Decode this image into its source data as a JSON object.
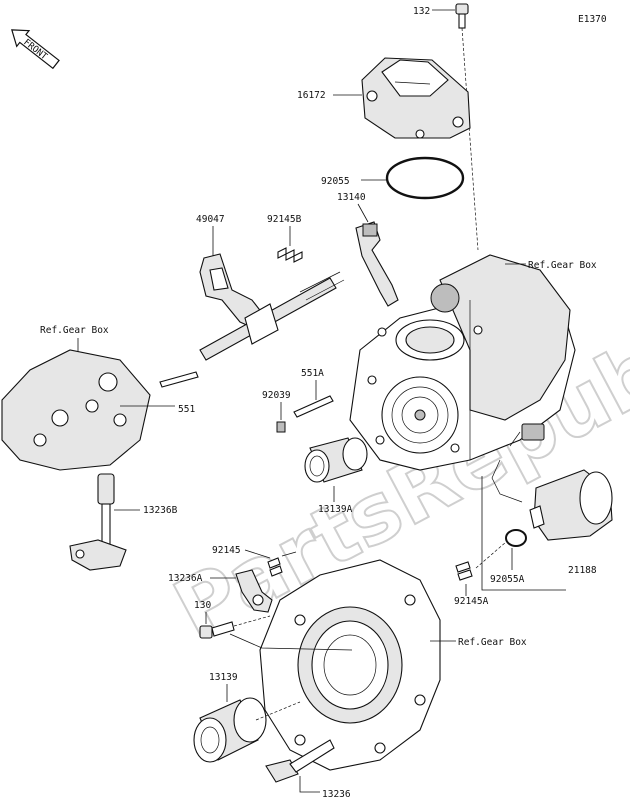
{
  "diagram": {
    "ref_code": "E1370",
    "front_label": "FRONT",
    "watermark": "PartsRepublik",
    "callouts": {
      "c132": "132",
      "c16172": "16172",
      "c92055": "92055",
      "c13140": "13140",
      "c49047": "49047",
      "c92145b": "92145B",
      "c_ref_gear_box_right": "Ref.Gear Box",
      "c_ref_gear_box_left": "Ref.Gear Box",
      "c551a": "551A",
      "c92039": "92039",
      "c551": "551",
      "c13139a": "13139A",
      "c13236b": "13236B",
      "c92145": "92145",
      "c13236a": "13236A",
      "c130": "130",
      "c92145a": "92145A",
      "c92055a": "92055A",
      "c21188": "21188",
      "c_ref_gear_box_bottom": "Ref.Gear Box",
      "c13139": "13139",
      "c13236": "13236"
    }
  }
}
